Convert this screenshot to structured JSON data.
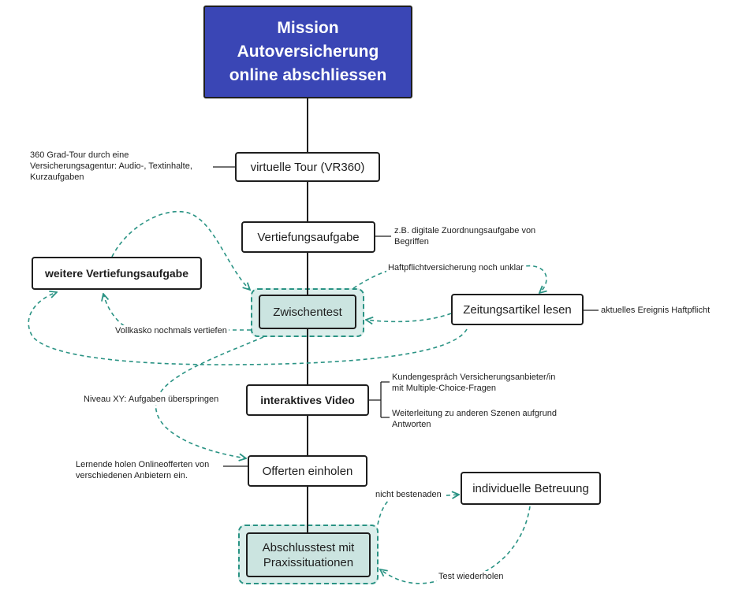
{
  "title": {
    "lines": [
      "Mission",
      "Autoversicherung",
      "online abschliessen"
    ]
  },
  "nodes": {
    "virtual_tour": "virtuelle Tour (VR360)",
    "vertiefungsaufgabe": "Vertiefungsaufgabe",
    "weitere_vertiefungsaufgabe": "weitere Vertiefungsaufgabe",
    "zwischentest": "Zwischentest",
    "zeitungsartikel": "Zeitungsartikel lesen",
    "interaktives_video": "interaktives Video",
    "offerten": "Offerten einholen",
    "betreuung": "individuelle Betreuung",
    "abschlusstest": [
      "Abschlusstest mit",
      "Praxissituationen"
    ]
  },
  "annotations": {
    "virtual_tour": [
      "360 Grad-Tour durch eine",
      "Versicherungsagentur: Audio-, Textinhalte,",
      "Kurzaufgaben"
    ],
    "vertiefungsaufgabe": [
      "z.B. digitale Zuordnungsaufgabe von",
      "Begriffen"
    ],
    "zeitungsartikel": "aktuelles Ereignis Haftpflicht",
    "video_dialog": [
      "Kundengespräch Versicherungsanbieter/in",
      "mit Multiple-Choice-Fragen"
    ],
    "video_redirect": [
      "Weiterleitung zu anderen Szenen aufgrund",
      "Antworten"
    ],
    "offerten": [
      "Lernende holen Onlineofferten von",
      "verschiedenen Anbietern ein."
    ]
  },
  "edge_labels": {
    "haftpflicht": "Haftpflichtversicherung noch unklar",
    "vollkasko": "Vollkasko nochmals vertiefen",
    "niveau": "Niveau XY: Aufgaben überspringen",
    "nicht_bestanden": "nicht bestenaden",
    "test_wiederholen": "Test wiederholen"
  },
  "colors": {
    "title_fill": "#3a46b5",
    "accent_teal": "#2a9384",
    "highlight_fill": "#cbe4e0",
    "frame_fill": "#dbeeeb",
    "border": "#1e1e1e"
  }
}
